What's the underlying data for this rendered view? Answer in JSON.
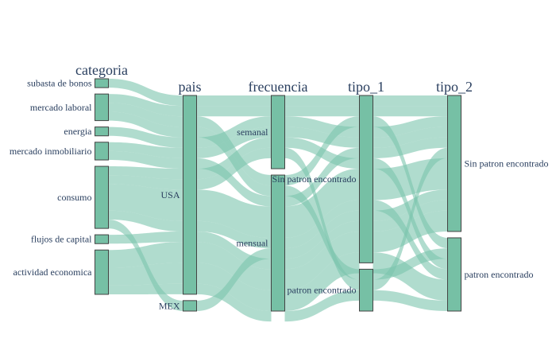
{
  "chart_data": {
    "type": "parallel-categories",
    "title": "",
    "colors": {
      "bar": "#76c0a5",
      "ribbon": "#7cc4ad",
      "text": "#2a3f5f",
      "background": "#ffffff"
    },
    "dimensions": [
      {
        "name": "categoria",
        "categories": [
          "subasta de bonos",
          "mercado laboral",
          "energia",
          "mercado inmobiliario",
          "consumo",
          "flujos de capital",
          "actividad economica"
        ],
        "counts": [
          1,
          3,
          1,
          2,
          7,
          1,
          5
        ]
      },
      {
        "name": "pais",
        "categories": [
          "USA",
          "MEX"
        ],
        "counts": [
          19,
          1
        ]
      },
      {
        "name": "frecuencia",
        "categories": [
          "semanal",
          "mensual"
        ],
        "counts": [
          7,
          13
        ]
      },
      {
        "name": "tipo_1",
        "categories": [
          "Sin patron encontrado",
          "patron encontrado"
        ],
        "counts": [
          16,
          4
        ]
      },
      {
        "name": "tipo_2",
        "categories": [
          "Sin patron encontrado",
          "patron encontrado"
        ],
        "counts": [
          13,
          7
        ]
      }
    ],
    "total_records": 20,
    "flows": [
      {
        "path": [
          "subasta de bonos",
          "USA",
          "semanal",
          "Sin patron encontrado",
          "Sin patron encontrado"
        ],
        "count": 1
      },
      {
        "path": [
          "mercado laboral",
          "USA",
          "semanal",
          "Sin patron encontrado",
          "Sin patron encontrado"
        ],
        "count": 1
      },
      {
        "path": [
          "mercado laboral",
          "USA",
          "mensual",
          "Sin patron encontrado",
          "patron encontrado"
        ],
        "count": 1
      },
      {
        "path": [
          "mercado laboral",
          "USA",
          "mensual",
          "patron encontrado",
          "patron encontrado"
        ],
        "count": 1
      },
      {
        "path": [
          "energia",
          "USA",
          "semanal",
          "Sin patron encontrado",
          "Sin patron encontrado"
        ],
        "count": 1
      },
      {
        "path": [
          "mercado inmobiliario",
          "USA",
          "semanal",
          "Sin patron encontrado",
          "Sin patron encontrado"
        ],
        "count": 1
      },
      {
        "path": [
          "mercado inmobiliario",
          "USA",
          "mensual",
          "Sin patron encontrado",
          "Sin patron encontrado"
        ],
        "count": 1
      },
      {
        "path": [
          "consumo",
          "USA",
          "semanal",
          "Sin patron encontrado",
          "patron encontrado"
        ],
        "count": 1
      },
      {
        "path": [
          "consumo",
          "USA",
          "semanal",
          "patron encontrado",
          "Sin patron encontrado"
        ],
        "count": 1
      },
      {
        "path": [
          "consumo",
          "USA",
          "mensual",
          "Sin patron encontrado",
          "Sin patron encontrado"
        ],
        "count": 3
      },
      {
        "path": [
          "consumo",
          "USA",
          "mensual",
          "Sin patron encontrado",
          "patron encontrado"
        ],
        "count": 1
      },
      {
        "path": [
          "consumo",
          "MEX",
          "mensual",
          "Sin patron encontrado",
          "Sin patron encontrado"
        ],
        "count": 1
      },
      {
        "path": [
          "flujos de capital",
          "USA",
          "mensual",
          "Sin patron encontrado",
          "Sin patron encontrado"
        ],
        "count": 1
      },
      {
        "path": [
          "actividad economica",
          "USA",
          "mensual",
          "Sin patron encontrado",
          "Sin patron encontrado"
        ],
        "count": 2
      },
      {
        "path": [
          "actividad economica",
          "USA",
          "mensual",
          "Sin patron encontrado",
          "patron encontrado"
        ],
        "count": 2
      },
      {
        "path": [
          "actividad economica",
          "USA",
          "mensual",
          "patron encontrado",
          "patron encontrado"
        ],
        "count": 1
      }
    ]
  }
}
